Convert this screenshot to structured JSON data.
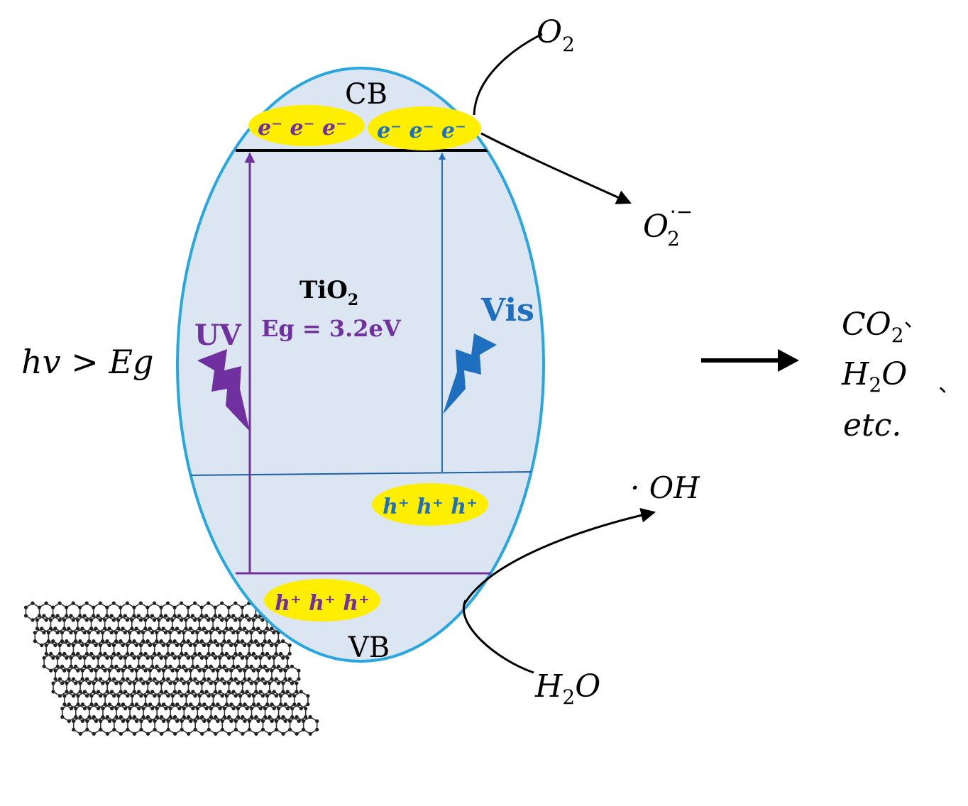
{
  "labels": {
    "cb": "CB",
    "vb": "VB",
    "material": "TiO",
    "material_sub": "2",
    "bandgap": "Eg = 3.2eV",
    "uv": "UV",
    "vis": "Vis",
    "excitation": "hv > Eg",
    "electrons_left": "e⁻ e⁻ e⁻",
    "electrons_right": "e⁻ e⁻ e⁻",
    "holes_upper": "h⁺ h⁺ h⁺",
    "holes_lower": "h⁺ h⁺ h⁺",
    "o2": "O",
    "o2_sub": "2",
    "superoxide": "O",
    "superoxide_sub": "2",
    "superoxide_sup": "·−",
    "hydroxyl": "· OH",
    "water_h": "H",
    "water_sub": "2",
    "water_o": "O",
    "products_co2": "CO",
    "products_co2_sub": "2",
    "products_co2_sep": "、",
    "products_h2o_h": "H",
    "products_h2o_sub": "2",
    "products_h2o_o": "O",
    "products_h2o_sep": "、",
    "products_etc": "etc."
  },
  "colors": {
    "ellipse_fill": "#dce6f2",
    "ellipse_stroke": "#27a6e0",
    "uv": "#7030a0",
    "vis": "#1f6fc0",
    "carrier_bubble": "#ffee00",
    "band_line": "#000000",
    "text": "#000000"
  },
  "icons": {
    "uv_light": "lightning-bolt-icon",
    "vis_light": "lightning-bolt-icon",
    "graphene": "graphene-sheet"
  }
}
